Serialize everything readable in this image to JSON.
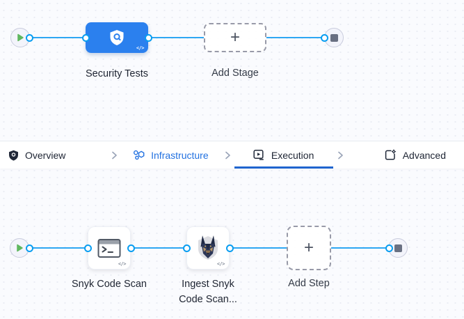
{
  "stage_row": {
    "stage_label": "Security Tests",
    "add_stage_label": "Add Stage"
  },
  "tab_bar": {
    "tabs": [
      {
        "label": "Overview",
        "icon": "shield-icon",
        "active": false
      },
      {
        "label": "Infrastructure",
        "icon": "infrastructure-icon",
        "active": false
      },
      {
        "label": "Execution",
        "icon": "execution-icon",
        "active": true
      },
      {
        "label": "Advanced",
        "icon": "advanced-icon",
        "active": false
      }
    ]
  },
  "step_row": {
    "step1_label": "Snyk Code Scan",
    "step2_label_line1": "Ingest Snyk",
    "step2_label_line2": "Code Scan...",
    "add_step_label": "Add Step"
  },
  "glyphs": {
    "code": "</>",
    "plus": "+"
  },
  "colors": {
    "node_blue": "#2b80ee",
    "edge_blue": "#2ea7f3",
    "port_blue": "#089df1",
    "link_blue": "#2271e0",
    "underline_blue": "#2065cf",
    "play_green": "#5fb75f",
    "stop_gray": "#697082"
  }
}
